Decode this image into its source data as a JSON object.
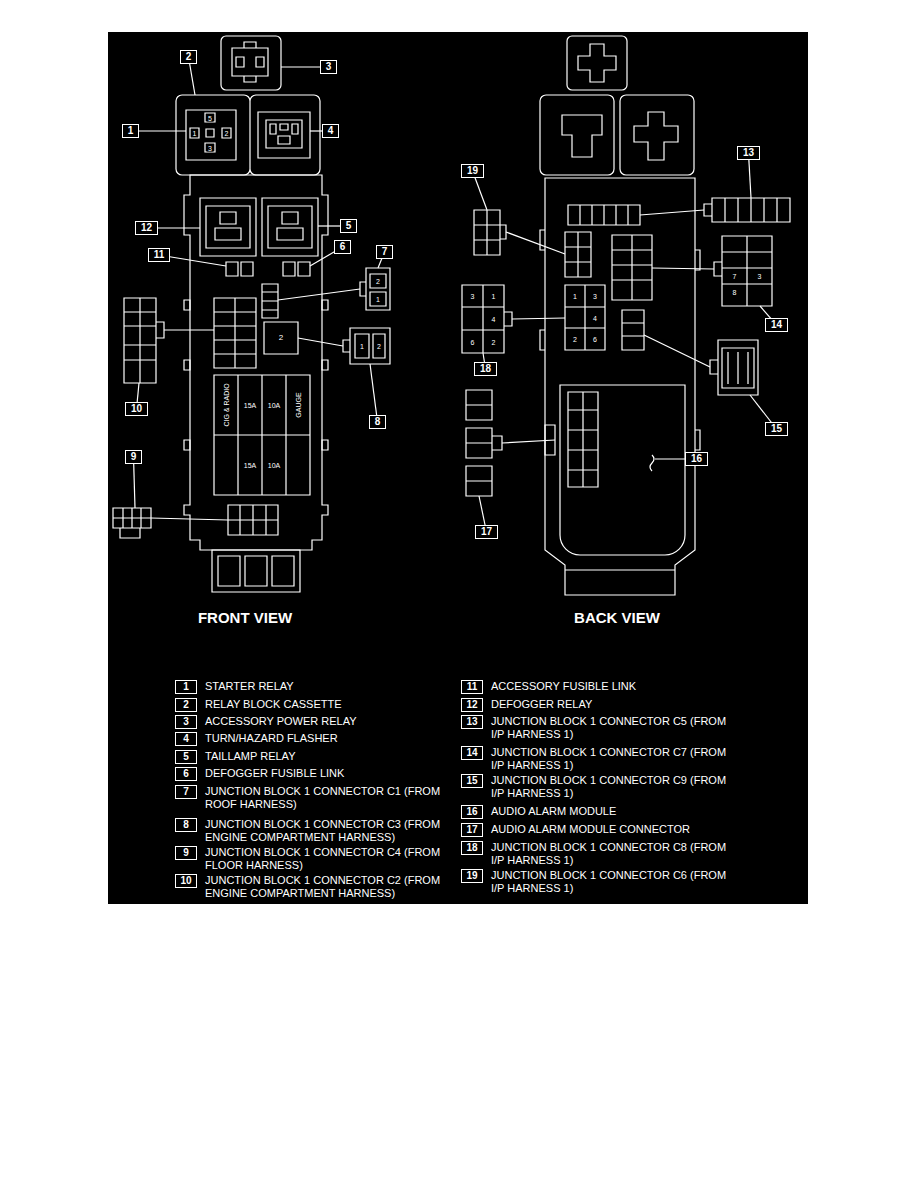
{
  "diagram": {
    "nodes": [
      {
        "text": [
          "1"
        ]
      },
      {
        "text": [
          "2"
        ]
      },
      {
        "text": [
          "3"
        ]
      },
      {
        "text": [
          "4"
        ]
      },
      {
        "text": [
          "5"
        ]
      },
      {
        "text": [
          "6"
        ]
      },
      {
        "text": [
          "7"
        ]
      },
      {
        "text": [
          "8"
        ]
      },
      {
        "text": [
          "9"
        ]
      },
      {
        "text": [
          "10"
        ]
      },
      {
        "text": [
          "11"
        ]
      },
      {
        "text": [
          "12"
        ]
      },
      {
        "text": [
          "13"
        ]
      },
      {
        "text": [
          "14"
        ]
      },
      {
        "text": [
          "15"
        ]
      },
      {
        "text": [
          "16"
        ]
      },
      {
        "text": [
          "17"
        ]
      },
      {
        "text": [
          "18"
        ]
      },
      {
        "text": [
          "19"
        ]
      },
      {
        "text": [
          "1",
          "STARTER RELAY"
        ]
      },
      {
        "text": [
          "2",
          "RELAY BLOCK CASSETTE"
        ]
      },
      {
        "text": [
          "3",
          "ACCESSORY POWER RELAY"
        ]
      },
      {
        "text": [
          "4",
          "TURN/HAZARD FLASHER"
        ]
      },
      {
        "text": [
          "5",
          "TAILLAMP RELAY"
        ]
      },
      {
        "text": [
          "6",
          "DEFOGGER FUSIBLE LINK"
        ]
      },
      {
        "text": [
          "7",
          "JUNCTION BLOCK 1 CONNECTOR C1 (FROM ROOF HARNESS)"
        ]
      },
      {
        "text": [
          "8",
          "JUNCTION BLOCK 1 CONNECTOR C3 (FROM ENGINE COMPARTMENT HARNESS)"
        ]
      },
      {
        "text": [
          "9",
          "JUNCTION BLOCK 1 CONNECTOR C4 (FROM FLOOR HARNESS)"
        ]
      },
      {
        "text": [
          "10",
          "JUNCTION BLOCK 1 CONNECTOR C2 (FROM ENGINE COMPARTMENT HARNESS)"
        ]
      },
      {
        "text": [
          "11",
          "ACCESSORY FUSIBLE LINK"
        ]
      },
      {
        "text": [
          "12",
          "DEFOGGER RELAY"
        ]
      },
      {
        "text": [
          "13",
          "JUNCTION BLOCK 1 CONNECTOR C5 (FROM I/P HARNESS 1)"
        ]
      },
      {
        "text": [
          "14",
          "JUNCTION BLOCK 1 CONNECTOR C7 (FROM I/P HARNESS 1)"
        ]
      },
      {
        "text": [
          "15",
          "JUNCTION BLOCK 1 CONNECTOR C9 (FROM I/P HARNESS 1)"
        ]
      },
      {
        "text": [
          "16",
          "AUDIO ALARM MODULE"
        ]
      },
      {
        "text": [
          "17",
          "AUDIO ALARM MODULE CONNECTOR"
        ]
      },
      {
        "text": [
          "18",
          "JUNCTION BLOCK 1 CONNECTOR C8 (FROM I/P HARNESS 1)"
        ]
      },
      {
        "text": [
          "19",
          "JUNCTION BLOCK 1 CONNECTOR C6 (FROM I/P HARNESS 1)"
        ]
      }
    ],
    "labels": [
      "FRONT VIEW",
      "BACK VIEW",
      "5",
      "1",
      "2",
      "3",
      "2",
      "1",
      "1",
      "2",
      "2",
      "CIG & RADIO",
      "15A",
      "10A",
      "GAUGE",
      "15A",
      "10A",
      "3",
      "1",
      "4",
      "6",
      "2",
      "1",
      "3",
      "4",
      "2",
      "6",
      "7",
      "3",
      "8"
    ]
  }
}
